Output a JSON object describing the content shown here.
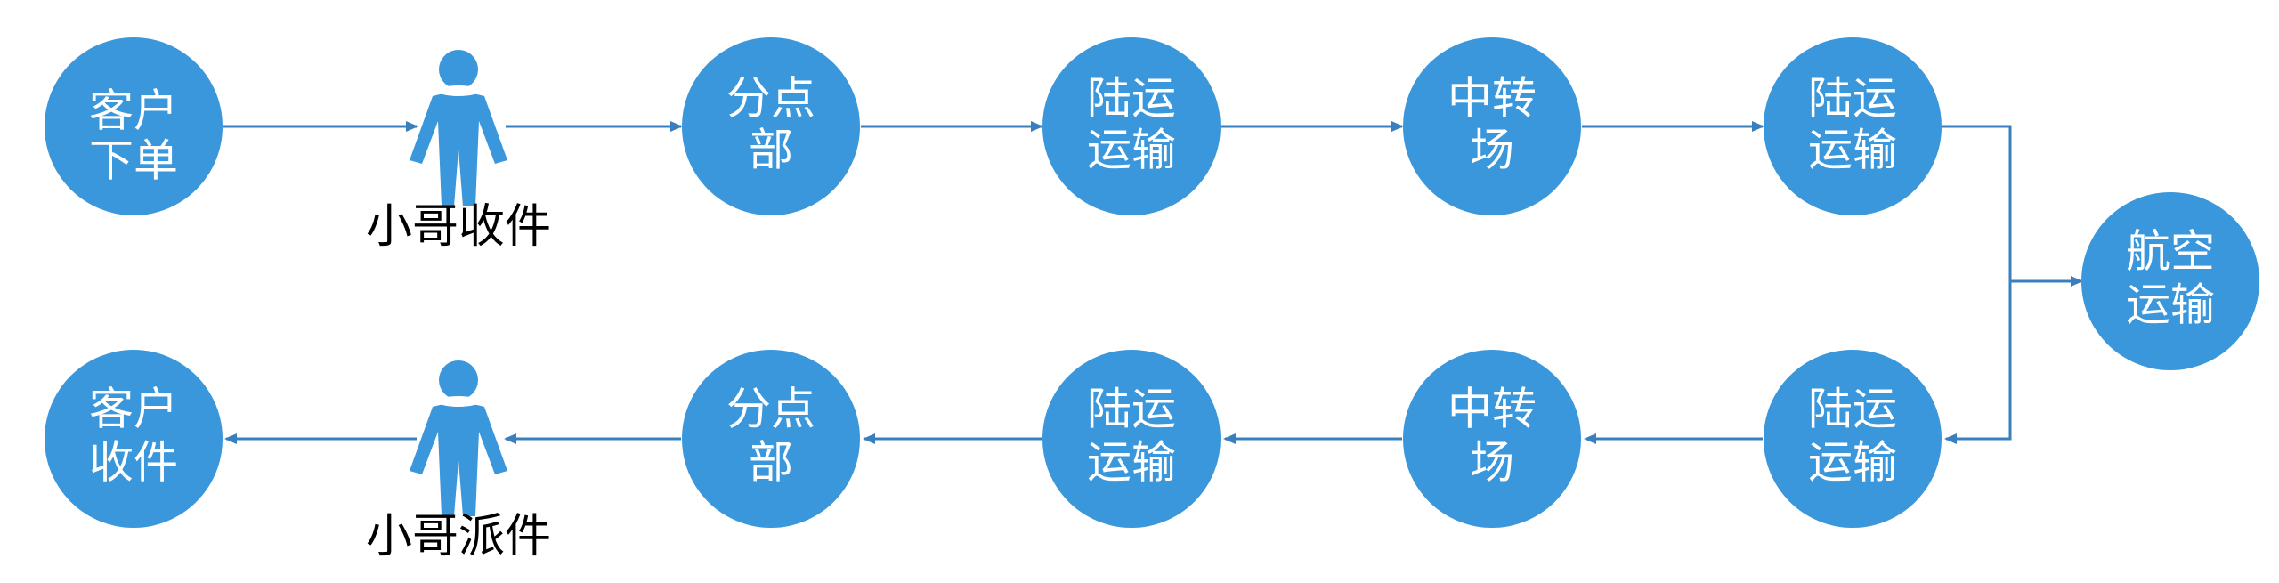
{
  "colors": {
    "node_fill": "#3a97dc",
    "arrow": "#3a7fbd",
    "person_fill": "#3a97dc",
    "node_text": "#ffffff",
    "label_text": "#000000"
  },
  "top_row": {
    "customer_order": [
      "客户",
      "下单"
    ],
    "courier_pickup": "小哥收件",
    "branch": [
      "分点",
      "部"
    ],
    "land_transport_1": [
      "陆运",
      "运输"
    ],
    "transfer_center": [
      "中转",
      "场"
    ],
    "land_transport_2": [
      "陆运",
      "运输"
    ]
  },
  "air_transport": [
    "航空",
    "运输"
  ],
  "bottom_row": {
    "land_transport_3": [
      "陆运",
      "运输"
    ],
    "transfer_center": [
      "中转",
      "场"
    ],
    "land_transport_4": [
      "陆运",
      "运输"
    ],
    "branch": [
      "分点",
      "部"
    ],
    "courier_delivery": "小哥派件",
    "customer_receive": [
      "客户",
      "收件"
    ]
  },
  "icons": {
    "courier": "person-icon"
  }
}
